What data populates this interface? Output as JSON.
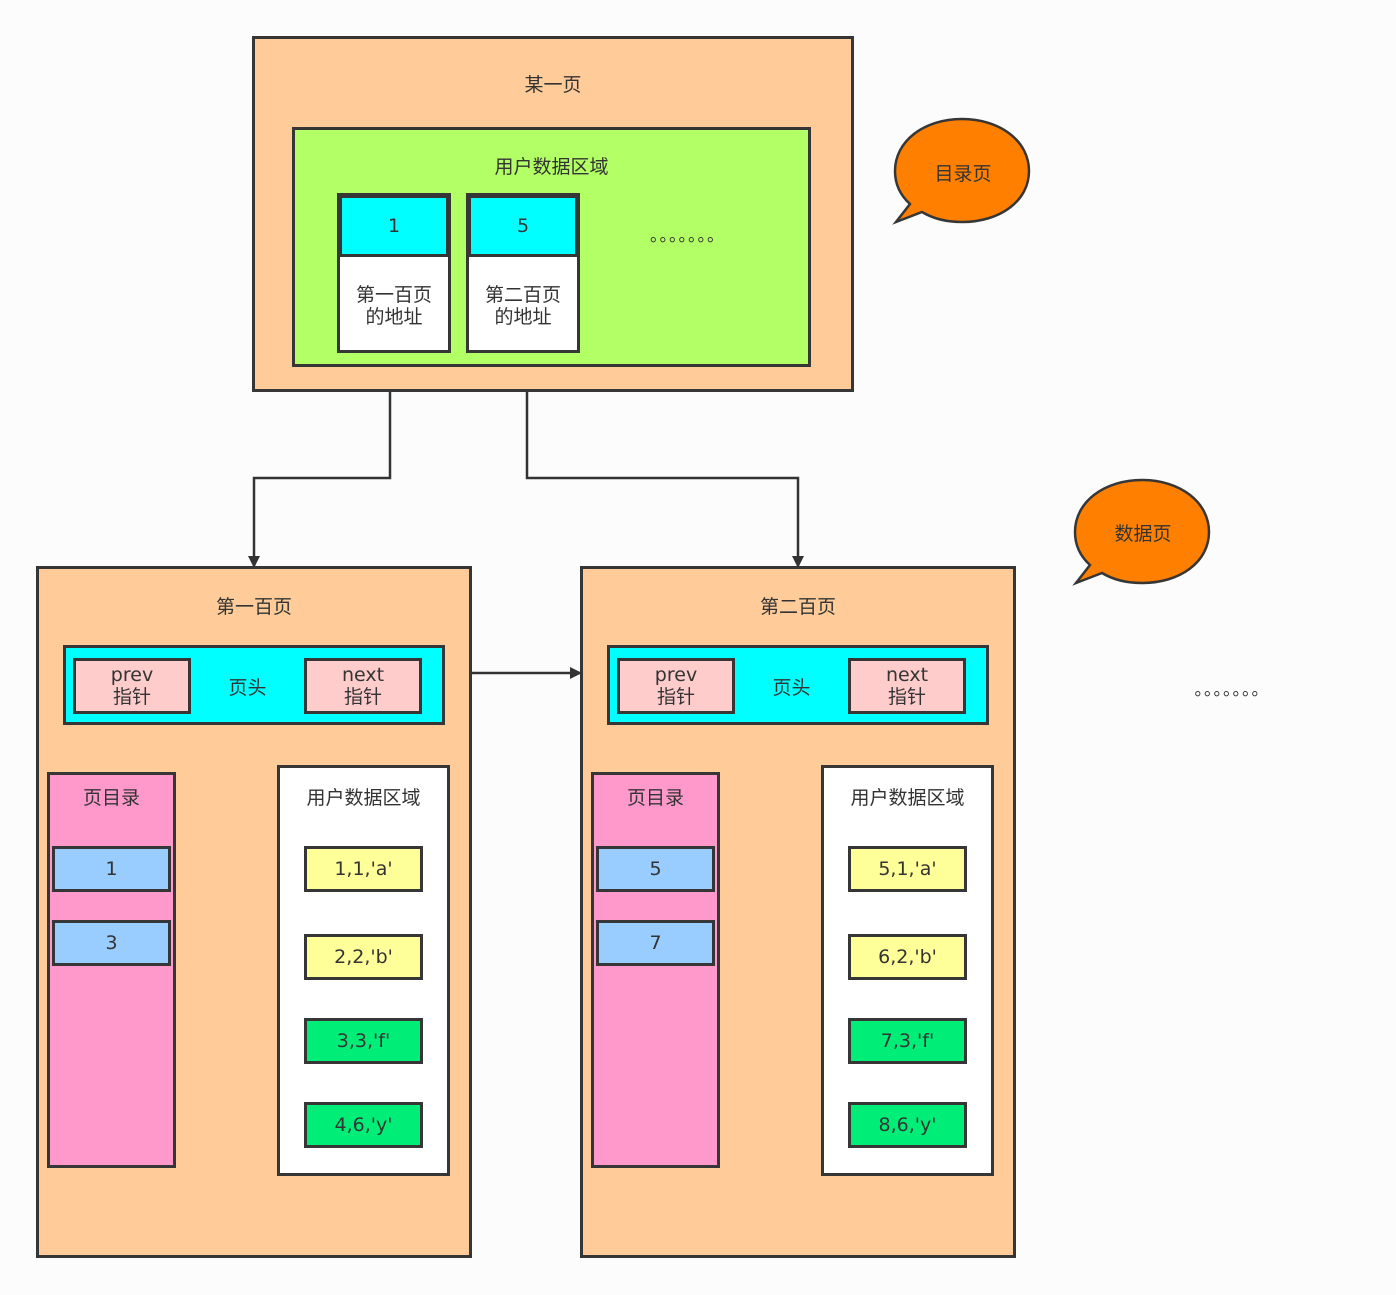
{
  "index_page": {
    "title": "某一页",
    "user_area_title": "用户数据区域",
    "records": [
      {
        "key": "1",
        "address": "第一百页\n的地址"
      },
      {
        "key": "5",
        "address": "第二百页\n的地址"
      }
    ],
    "ellipsis": "。。。。。。。"
  },
  "bubbles": {
    "directory_page": "目录页",
    "data_page": "数据页"
  },
  "data_pages": [
    {
      "title": "第一百页",
      "header": {
        "prev": "prev\n指针",
        "label": "页头",
        "next": "next\n指针"
      },
      "page_directory_title": "页目录",
      "slots": [
        "1",
        "3"
      ],
      "user_area_title": "用户数据区域",
      "rows": [
        "1,1,'a'",
        "2,2,'b'",
        "3,3,'f'",
        "4,6,'y'"
      ]
    },
    {
      "title": "第二百页",
      "header": {
        "prev": "prev\n指针",
        "label": "页头",
        "next": "next\n指针"
      },
      "page_directory_title": "页目录",
      "slots": [
        "5",
        "7"
      ],
      "user_area_title": "用户数据区域",
      "rows": [
        "5,1,'a'",
        "6,2,'b'",
        "7,3,'f'",
        "8,6,'y'"
      ]
    }
  ],
  "more_pages": "。。。。。。。",
  "colors": {
    "page_bg": "#ffcc99",
    "user_area_bg": "#b3ff66",
    "header_bg": "#00ffff",
    "directory_bg": "#ff99cc",
    "slot_bg": "#99ccff",
    "row_yellow": "#ffff99",
    "row_green": "#00ee77",
    "pointer_bg": "#ffcccc",
    "bubble": "#ff8000"
  }
}
